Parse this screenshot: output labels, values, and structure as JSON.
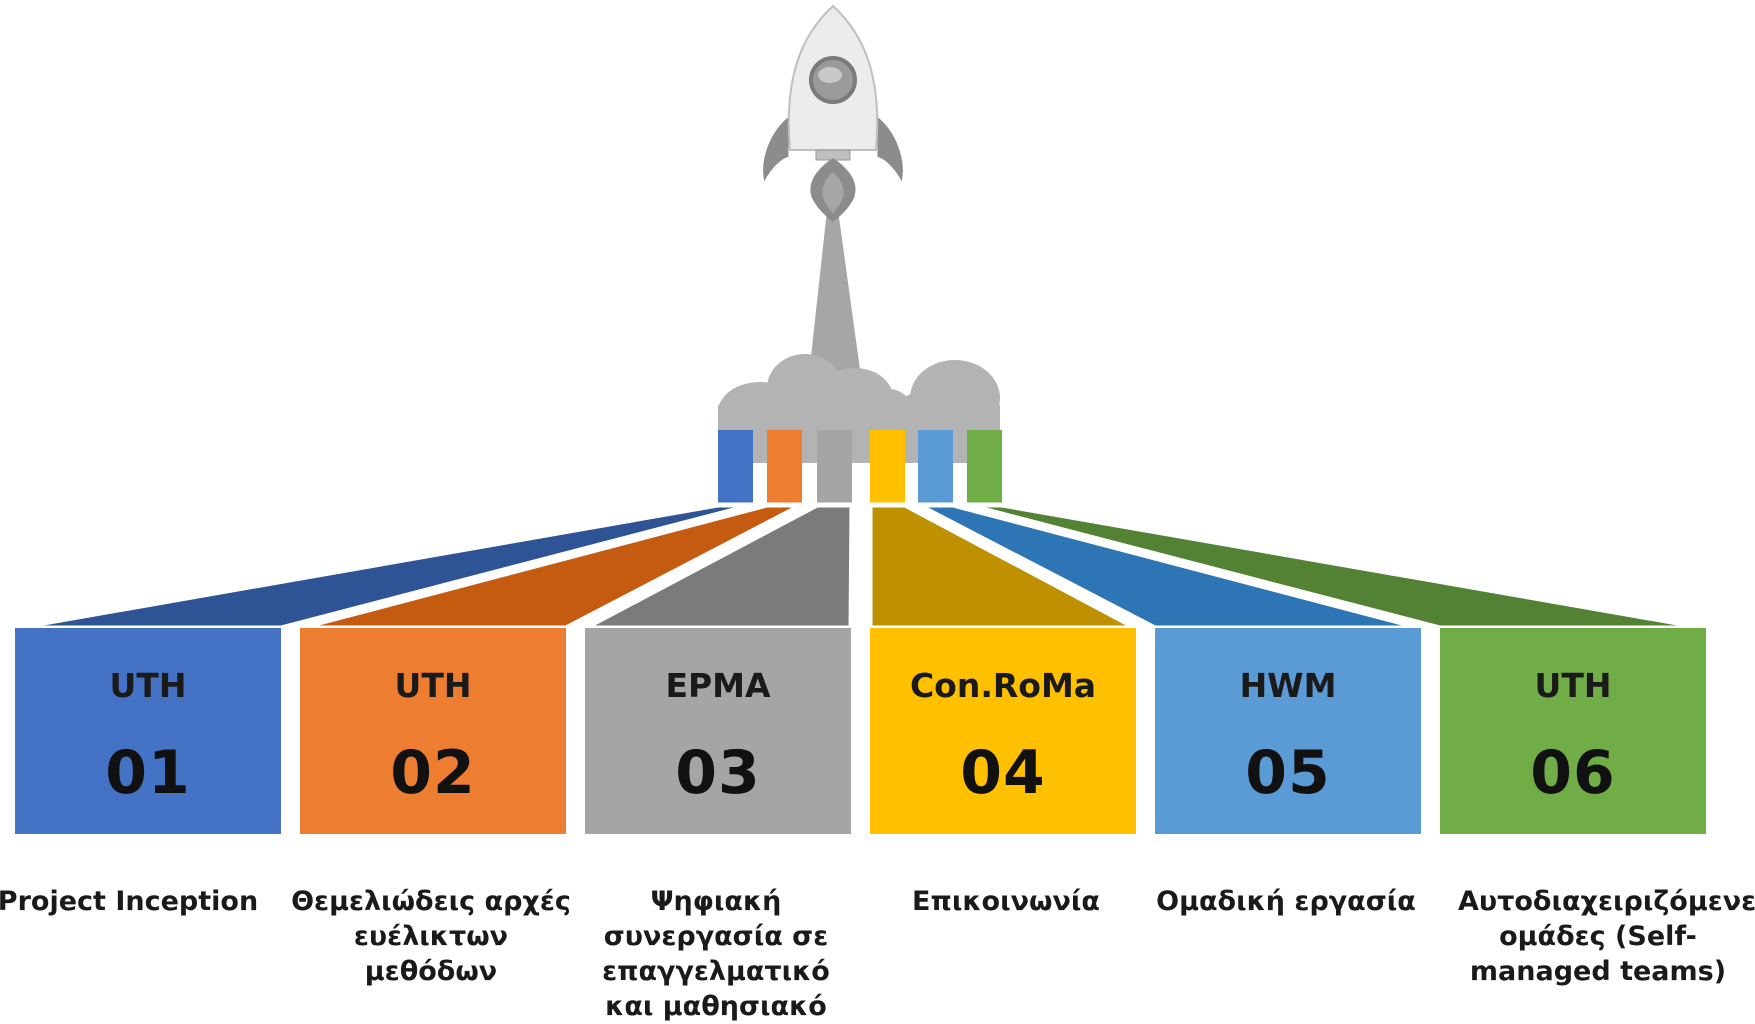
{
  "steps": [
    {
      "id": "01",
      "org": "UTH",
      "label": "Project Inception",
      "color": "#4472C4",
      "dark": "#2F5496"
    },
    {
      "id": "02",
      "org": "UTH",
      "label": "Θεμελιώδεις αρχές ευέλικτων μεθόδων",
      "color": "#ED7D31",
      "dark": "#C55A11"
    },
    {
      "id": "03",
      "org": "EPMA",
      "label": "Ψηφιακή συνεργασία σε επαγγελματικό και μαθησιακό",
      "color": "#A5A5A5",
      "dark": "#7B7B7B"
    },
    {
      "id": "04",
      "org": "Con.RoMa",
      "label": "Επικοινωνία",
      "color": "#FFC000",
      "dark": "#BF9000"
    },
    {
      "id": "05",
      "org": "HWM",
      "label": "Ομαδική εργασία",
      "color": "#5B9BD5",
      "dark": "#2E75B6"
    },
    {
      "id": "06",
      "org": "UTH",
      "label": "Αυτοδιαχειριζόμενες ομάδες (Self-managed teams)",
      "color": "#70AD47",
      "dark": "#548235"
    }
  ],
  "graphics": {
    "rocket": "rocket-icon",
    "smoke": "smoke-cloud",
    "exhaust_color": "#A6A6A6",
    "cloud_color": "#B3B3B3"
  }
}
